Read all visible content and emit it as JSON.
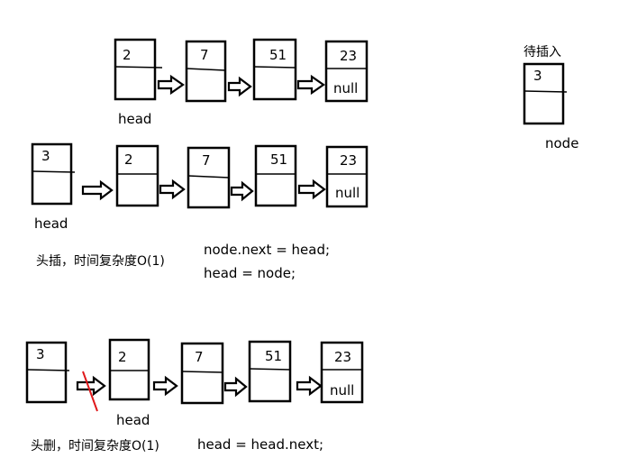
{
  "pending": {
    "title": "待插入",
    "value": "3",
    "label": "node"
  },
  "row1": {
    "nodes": [
      {
        "value": "2"
      },
      {
        "value": "7"
      },
      {
        "value": "51"
      },
      {
        "value": "23",
        "next": "null"
      }
    ],
    "head_label": "head"
  },
  "row2": {
    "nodes": [
      {
        "value": "3"
      },
      {
        "value": "2"
      },
      {
        "value": "7"
      },
      {
        "value": "51"
      },
      {
        "value": "23",
        "next": "null"
      }
    ],
    "head_label": "head",
    "caption": "头插，时间复杂度O(1)",
    "code": [
      "node.next = head;",
      "head = node;"
    ]
  },
  "row3": {
    "nodes": [
      {
        "value": "3"
      },
      {
        "value": "2"
      },
      {
        "value": "7"
      },
      {
        "value": "51"
      },
      {
        "value": "23",
        "next": "null"
      }
    ],
    "head_label": "head",
    "caption": "头删，时间复杂度O(1)",
    "code": [
      "head = head.next;"
    ]
  }
}
